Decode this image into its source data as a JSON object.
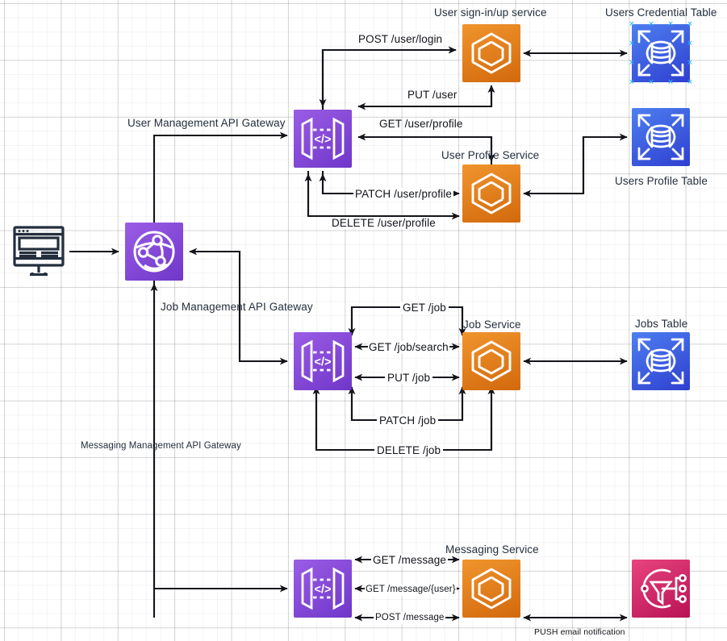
{
  "diagram": {
    "title": "Microservices Architecture Diagram",
    "background": "#ffffff",
    "grid": true
  },
  "colors": {
    "api_gateway": "#8c4fe0",
    "lambda": "#e8872a",
    "dynamodb": "#3b5fe0",
    "sns": "#d9276d",
    "client_hub": "#8c4fe0",
    "arrow": "#12141a",
    "caption_text": "#232f3e",
    "selection_handle": "#29b6f6"
  },
  "nodes": [
    {
      "id": "client-monitor",
      "name": "client-workstation-icon",
      "type": "client",
      "caption": "",
      "caption_pos": "none"
    },
    {
      "id": "client-hub",
      "name": "client-network-icon",
      "type": "network",
      "caption": "",
      "caption_pos": "none"
    },
    {
      "id": "user-gateway",
      "name": "user-management-api-gateway",
      "type": "api-gateway",
      "caption": "User Management API Gateway",
      "caption_pos": "left"
    },
    {
      "id": "job-gateway",
      "name": "job-management-api-gateway",
      "type": "api-gateway",
      "caption": "Job Management API Gateway",
      "caption_pos": "upper-left"
    },
    {
      "id": "msg-gateway",
      "name": "messaging-management-api-gateway",
      "type": "api-gateway",
      "caption": "Messaging Management API Gateway",
      "caption_pos": "upper-left"
    },
    {
      "id": "signin-service",
      "name": "user-sign-in-up-service",
      "type": "lambda",
      "caption": "User sign-in/up service",
      "caption_pos": "top"
    },
    {
      "id": "profile-service",
      "name": "user-profile-service",
      "type": "lambda",
      "caption": "User Profile Service",
      "caption_pos": "top"
    },
    {
      "id": "job-service",
      "name": "job-service",
      "type": "lambda",
      "caption": "Job Service",
      "caption_pos": "top"
    },
    {
      "id": "messaging-service",
      "name": "messaging-service",
      "type": "lambda",
      "caption": "Messaging Service",
      "caption_pos": "top"
    },
    {
      "id": "cred-table",
      "name": "users-credential-table",
      "type": "dynamodb",
      "caption": "Users Credential Table",
      "caption_pos": "top",
      "selected": true
    },
    {
      "id": "profile-table",
      "name": "users-profile-table",
      "type": "dynamodb",
      "caption": "Users Profile Table",
      "caption_pos": "bottom"
    },
    {
      "id": "jobs-table",
      "name": "jobs-table",
      "type": "dynamodb",
      "caption": "Jobs Table",
      "caption_pos": "top"
    },
    {
      "id": "sns-topic",
      "name": "email-notification-service",
      "type": "sns",
      "caption": "",
      "caption_pos": "none"
    }
  ],
  "captions": {
    "user_signin_service": "User sign-in/up service",
    "users_credential_table": "Users Credential Table",
    "user_management_api_gateway": "User Management API Gateway",
    "user_profile_service": "User Profile Service",
    "users_profile_table": "Users Profile Table",
    "job_management_api_gateway": "Job Management API Gateway",
    "job_service": "Job Service",
    "jobs_table": "Jobs Table",
    "messaging_management_api_gateway": "Messaging Management API Gateway",
    "messaging_service": "Messaging Service"
  },
  "edge_labels": {
    "post_user_login": "POST /user/login",
    "put_user": "PUT /user",
    "get_user_profile": "GET /user/profile",
    "patch_user_profile": "PATCH /user/profile",
    "delete_user_profile": "DELETE /user/profile",
    "get_job": "GET /job",
    "get_job_search": "GET /job/search",
    "put_job": "PUT /job",
    "patch_job": "PATCH /job",
    "delete_job": "DELETE /job",
    "get_message": "GET /message",
    "get_message_user": "GET /message/{user}",
    "post_message": "POST /message",
    "push_email_notification": "PUSH email notification"
  }
}
